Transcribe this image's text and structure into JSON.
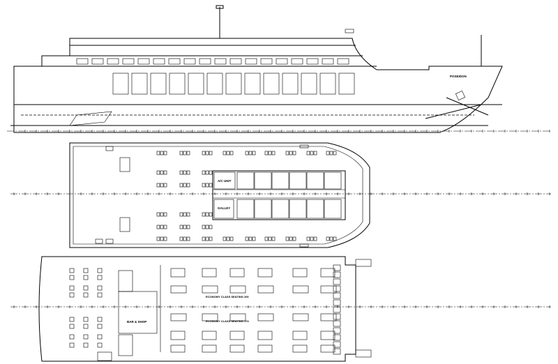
{
  "drawing": {
    "views": [
      "profile",
      "upper-deck-plan",
      "main-deck-plan"
    ],
    "labels": {
      "vessel_name": "POSEIDON",
      "ac_unit": "A/C UNIT",
      "galley": "GALLEY",
      "bar_shop": "BAR & SHOP",
      "seating_upper": "ECONOMY CLASS SEATING 200",
      "seating_lower": "ECONOMY CLASS SEATING 174"
    },
    "stroke_color": "#000000",
    "background": "#ffffff"
  }
}
